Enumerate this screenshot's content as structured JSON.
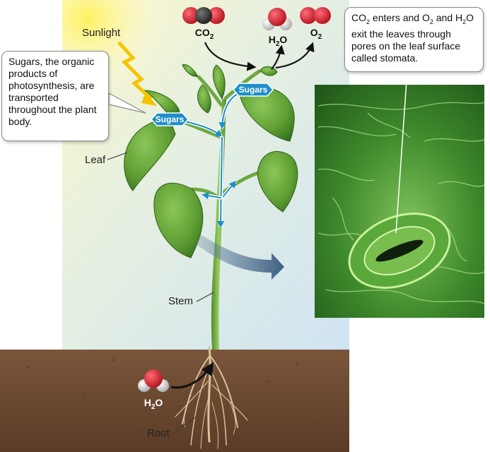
{
  "labels": {
    "sunlight": "Sunlight",
    "leaf": "Leaf",
    "stem": "Stem",
    "root": "Root",
    "sugars_upper": "Sugars",
    "sugars_lower": "Sugars"
  },
  "molecules": {
    "co2": {
      "pre": "CO",
      "sub": "2"
    },
    "h2o_top": {
      "pre": "H",
      "sub": "2",
      "post": "O"
    },
    "o2": {
      "pre": "O",
      "sub": "2"
    },
    "h2o_root": {
      "pre": "H",
      "sub": "2",
      "post": "O"
    }
  },
  "callouts": {
    "sugars": "Sugars, the organic products of photosynthesis, are transported throughout the plant body.",
    "stomata": {
      "p1": "CO",
      "s1": "2",
      "p2": " enters and O",
      "s2": "2",
      "p3": " and H",
      "s3": "2",
      "p4": "O exit the leaves through pores on the leaf surface called stomata."
    }
  },
  "colors": {
    "sky_top": "#fbf6c6",
    "sky_bottom": "#d6e7f3",
    "soil": "#6b4a33",
    "leaf": "#6aa83a",
    "leaf_dark": "#3f7a22",
    "stem": "#7ab04a",
    "sugar_tag": "#1e8ecb",
    "oxygen_atom": "#d4202f",
    "carbon_atom": "#2b2b2b",
    "hydrogen_atom": "#e8e8e8",
    "micrograph": "#3f8a2c"
  }
}
